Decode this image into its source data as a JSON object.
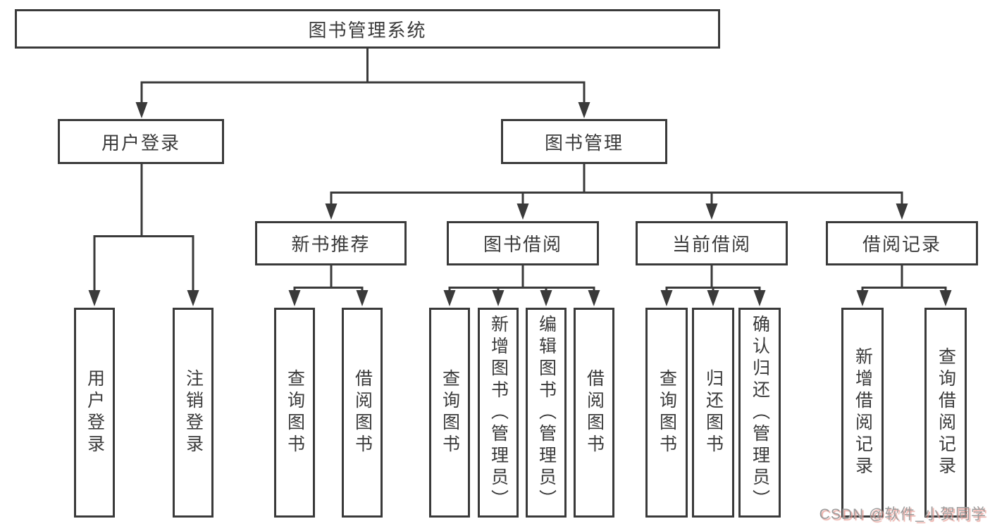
{
  "diagram": {
    "root": {
      "label": "图书管理系统"
    },
    "level2": [
      {
        "label": "用户登录"
      },
      {
        "label": "图书管理"
      }
    ],
    "level3": [
      {
        "label": "新书推荐"
      },
      {
        "label": "图书借阅"
      },
      {
        "label": "当前借阅"
      },
      {
        "label": "借阅记录"
      }
    ],
    "leaves": {
      "user_login": [
        {
          "label": "用户登录"
        },
        {
          "label": "注销登录"
        }
      ],
      "new_book": [
        {
          "label": "查询图书"
        },
        {
          "label": "借阅图书"
        }
      ],
      "book_borrow": [
        {
          "label": "查询图书"
        },
        {
          "label": "新增图书（管理员）"
        },
        {
          "label": "编辑图书（管理员）"
        },
        {
          "label": "借阅图书"
        }
      ],
      "current_borrow": [
        {
          "label": "查询图书"
        },
        {
          "label": "归还图书"
        },
        {
          "label": "确认归还（管理员）"
        }
      ],
      "borrow_records": [
        {
          "label": "新增借阅记录"
        },
        {
          "label": "查询借阅记录"
        }
      ]
    }
  },
  "watermark": {
    "text": "CSDN @软件_小贺同学"
  },
  "colors": {
    "line": "#3a3a3a",
    "text": "#3a3a3a",
    "background": "#ffffff",
    "watermark_gray": "#9c9c9c",
    "watermark_shadow": "#e9988f"
  }
}
